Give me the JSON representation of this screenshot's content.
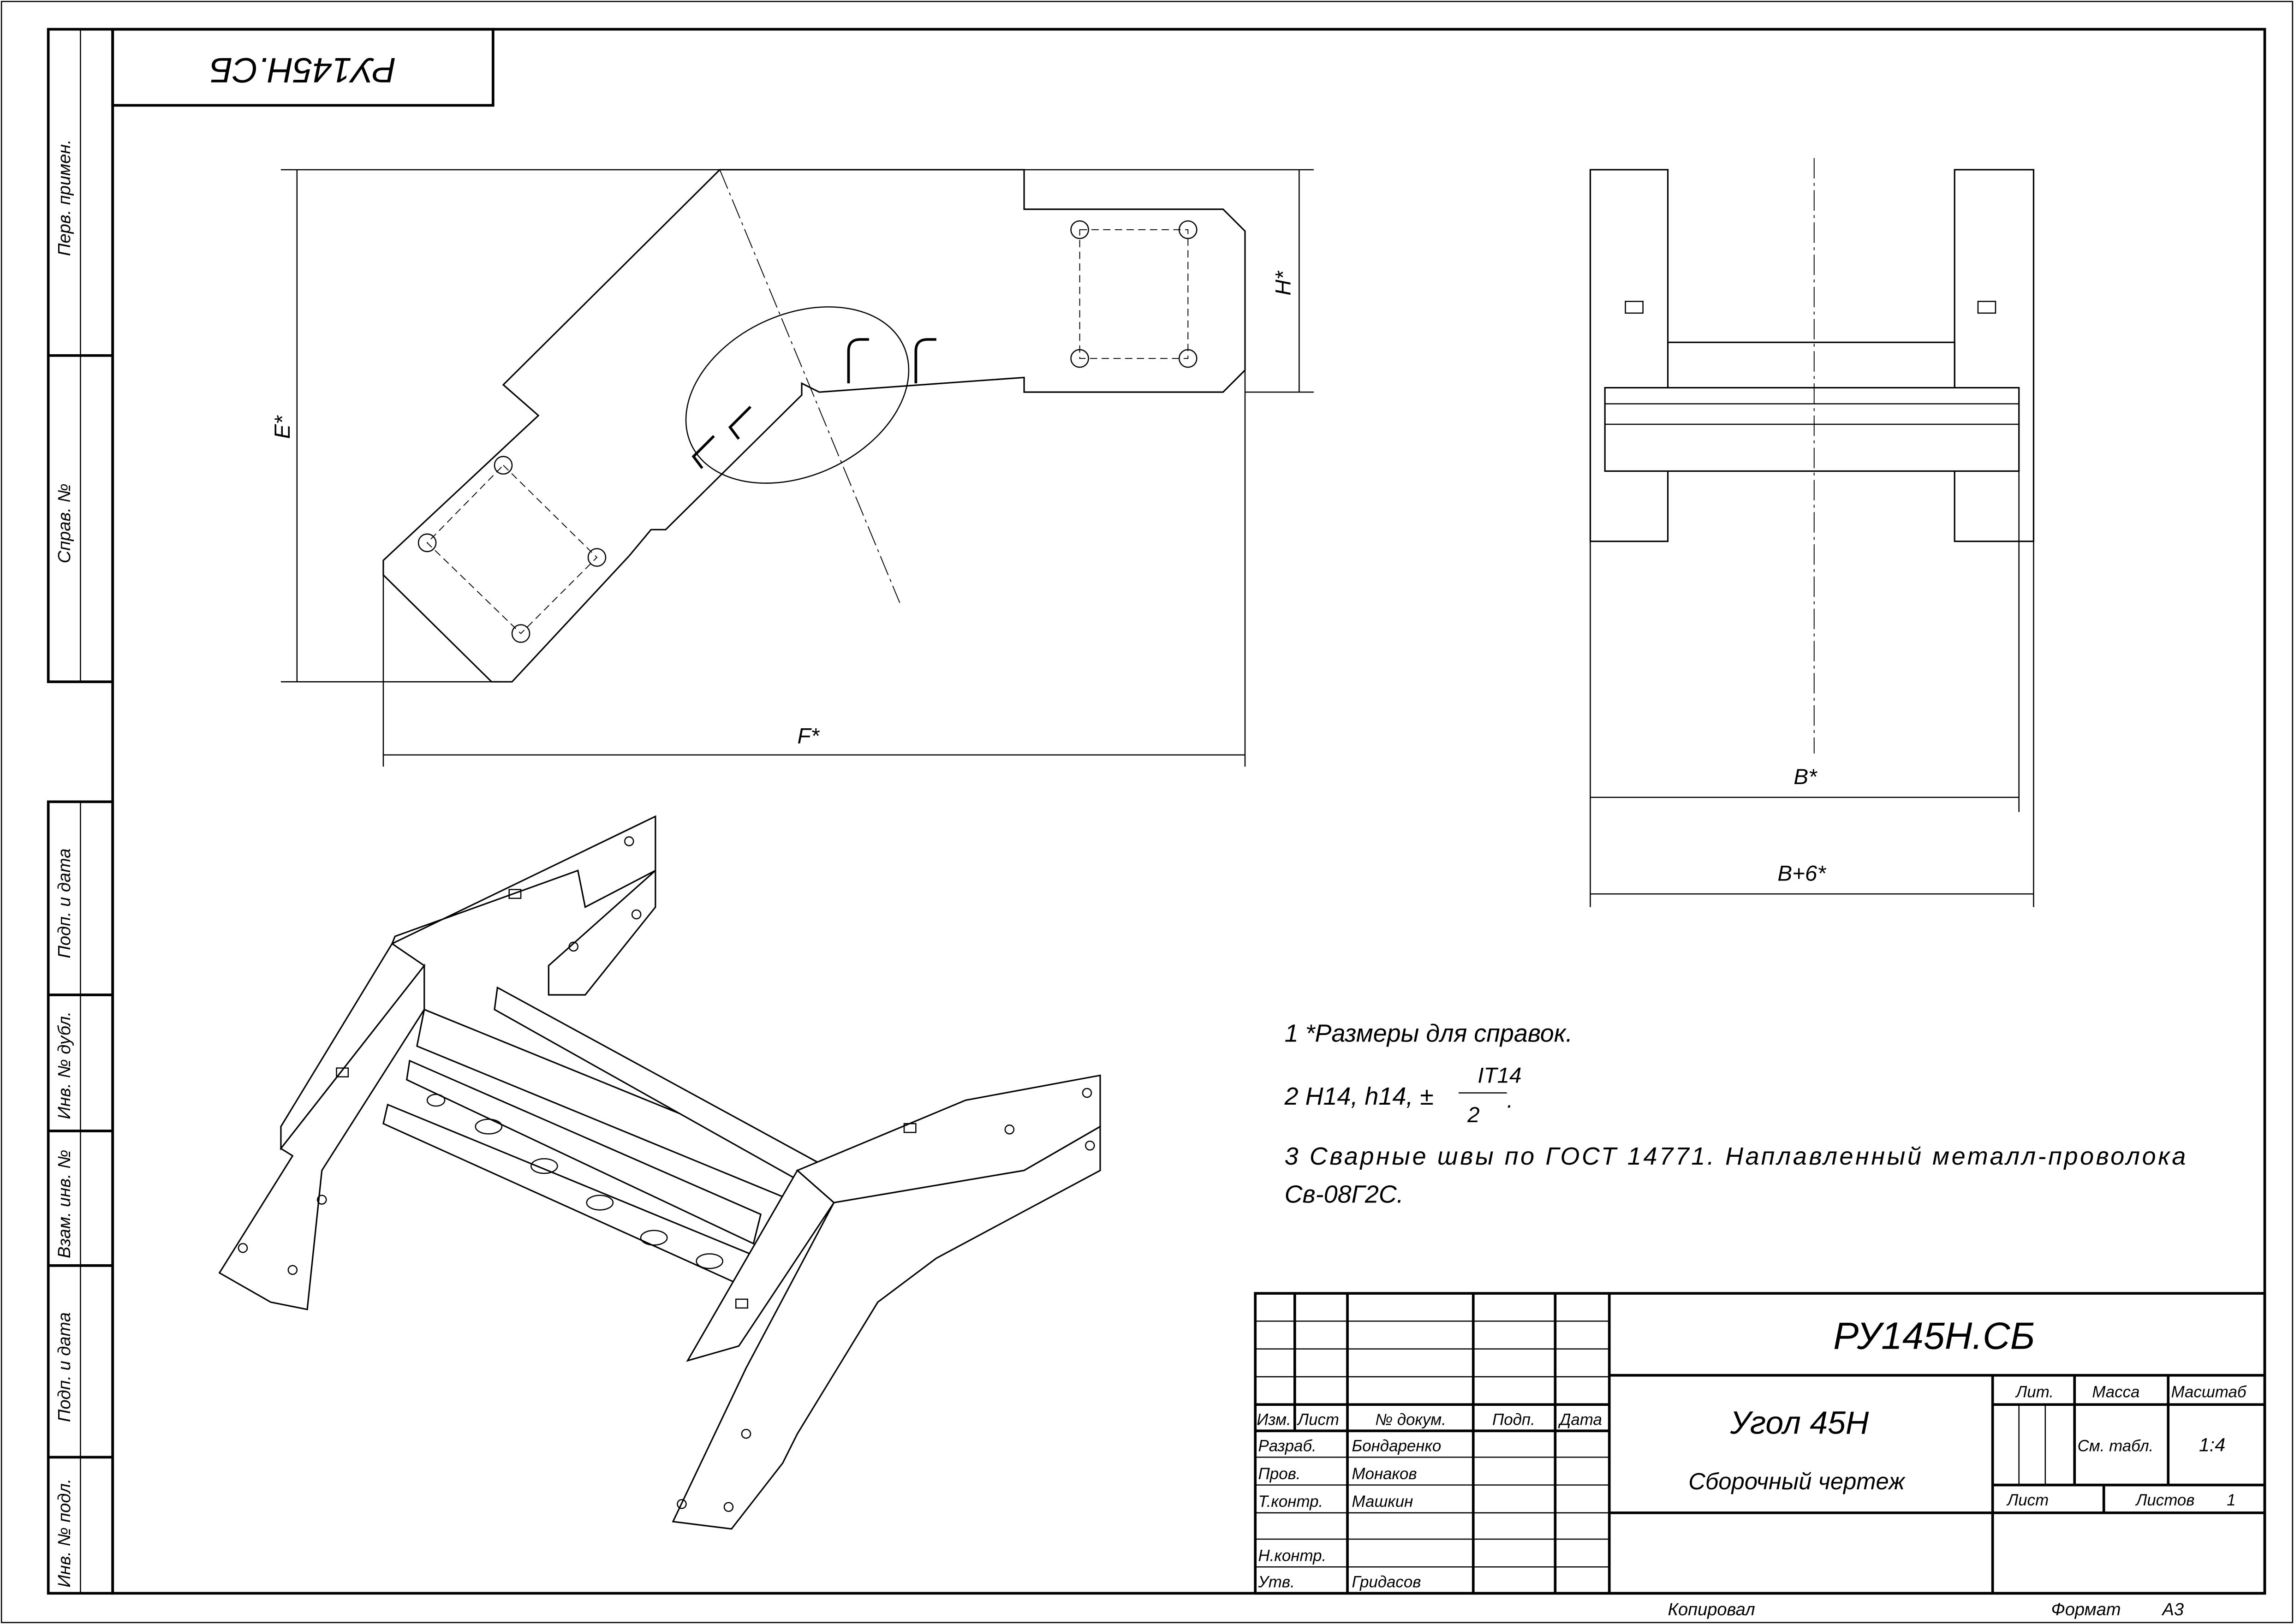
{
  "stamp": {
    "designation_rotated": "РУ145Н.СБ"
  },
  "side_strip": {
    "top": [
      "Перв. примен.",
      "Справ. №"
    ],
    "bottom": [
      "Подп. и дата",
      "Инв. № дубл.",
      "Взам. инв. №",
      "Подп. и дата",
      "Инв. № подл."
    ]
  },
  "dimensions": {
    "E": "E*",
    "H": "H*",
    "F": "F*",
    "B": "B*",
    "B6": "B+6*"
  },
  "notes": {
    "n1": "1  *Размеры для справок.",
    "n2_prefix": "2  H14, h14, ±",
    "n2_num": "IT14",
    "n2_den": "2",
    "n2_suffix": ".",
    "n3_line1": "3  Сварные  швы  по  ГОСТ  14771.  Наплавленный  металл-проволока",
    "n3_line2": "Св-08Г2С."
  },
  "title_block": {
    "designation": "РУ145Н.СБ",
    "name": "Угол 45Н",
    "doc_type": "Сборочный чертеж",
    "headers": {
      "izm": "Изм.",
      "list": "Лист",
      "doc": "№ докум.",
      "sign": "Подп.",
      "date": "Дата"
    },
    "roles": [
      {
        "role": "Разраб.",
        "name": "Бондаренко"
      },
      {
        "role": "Пров.",
        "name": "Монаков"
      },
      {
        "role": "Т.контр.",
        "name": "Машкин"
      },
      {
        "role": "",
        "name": ""
      },
      {
        "role": "Н.контр.",
        "name": ""
      },
      {
        "role": "Утв.",
        "name": "Гридасов"
      }
    ],
    "lit_label": "Лит.",
    "mass_label": "Масса",
    "scale_label": "Масштаб",
    "mass_value": "См. табл.",
    "scale_value": "1:4",
    "sheet_label": "Лист",
    "sheets_label": "Листов",
    "sheets_value": "1"
  },
  "footer": {
    "copied": "Копировал",
    "format_label": "Формат",
    "format_value": "А3"
  }
}
